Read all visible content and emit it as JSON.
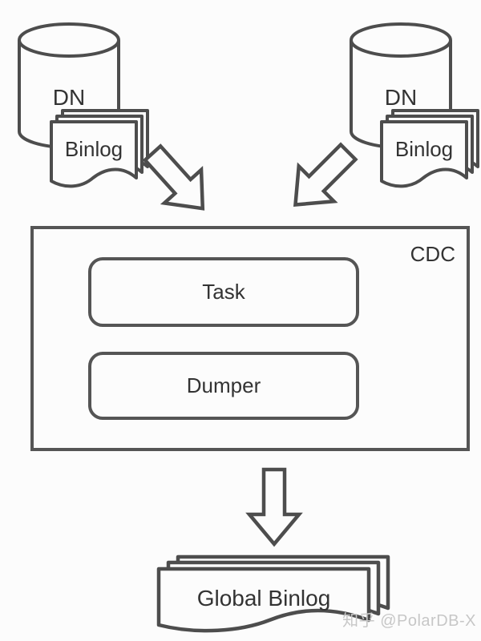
{
  "nodes": {
    "dn_left": "DN",
    "binlog_left": "Binlog",
    "dn_right": "DN",
    "binlog_right": "Binlog",
    "cdc": "CDC",
    "task": "Task",
    "dumper": "Dumper",
    "global_binlog": "Global Binlog"
  },
  "icons": {
    "dn_left": "database-icon",
    "dn_right": "database-icon",
    "binlog_left": "document-stack-icon",
    "binlog_right": "document-stack-icon",
    "global_binlog": "document-stack-icon",
    "arrow_left": "arrow-down-right-icon",
    "arrow_right": "arrow-down-left-icon",
    "arrow_bottom": "arrow-down-icon"
  },
  "colors": {
    "stroke": "#4d4d4d",
    "box_border": "#555555",
    "text": "#333333",
    "watermark": "#c7c7c7",
    "background": "#fcfcfc"
  },
  "watermark": "知乎 @PolarDB-X"
}
